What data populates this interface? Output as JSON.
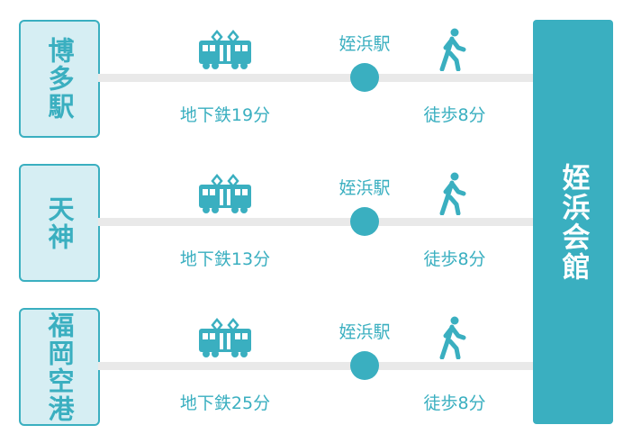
{
  "routes": [
    {
      "origin": "博多駅",
      "transfer_station": "姪浜駅",
      "train": "地下鉄19分",
      "walk": "徒歩8分"
    },
    {
      "origin": "天神",
      "transfer_station": "姪浜駅",
      "train": "地下鉄13分",
      "walk": "徒歩8分"
    },
    {
      "origin": "福岡空港",
      "transfer_station": "姪浜駅",
      "train": "地下鉄25分",
      "walk": "徒歩8分"
    }
  ],
  "destination": "姪浜会館",
  "colors": {
    "accent": "#3aafc0",
    "box_fill": "#d6eef3",
    "line": "#e9e9e9"
  }
}
